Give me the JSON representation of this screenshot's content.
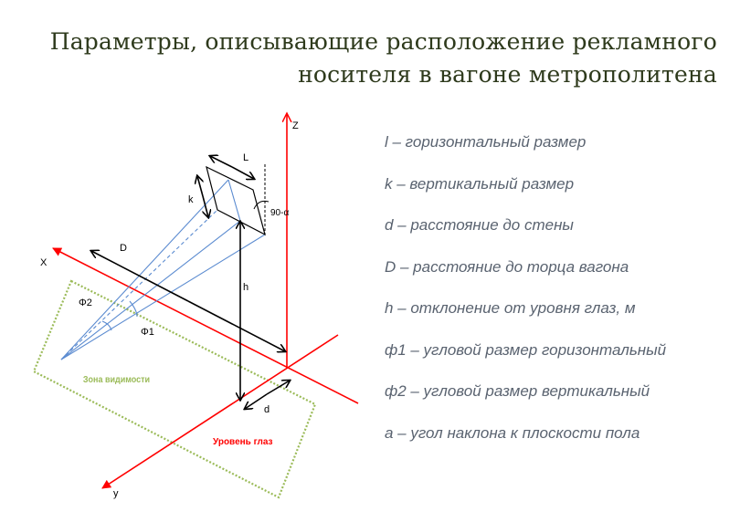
{
  "title": {
    "line1": "Параметры, описывающие расположение рекламного",
    "line2": "носителя в вагоне метрополитена"
  },
  "diagram": {
    "axis_x": "X",
    "axis_y": "y",
    "axis_z": "Z",
    "label_L": "L",
    "label_k": "k",
    "label_angle": "90-α",
    "label_D": "D",
    "label_h": "h",
    "label_phi2": "Φ2",
    "label_phi1": "Φ1",
    "label_d": "d",
    "visibility_zone": "Зона видимости",
    "eye_level": "Уровень глаз",
    "colors": {
      "axes": "#ff0000",
      "rays": "#5b8bd0",
      "zone": "#9bbb59",
      "arrows": "#000000"
    }
  },
  "legend": [
    "l – горизонтальный размер",
    "k – вертикальный размер",
    "d – расстояние до стены",
    "D – расстояние до торца вагона",
    "h – отклонение от уровня глаз, м",
    "ф1 – угловой размер горизонтальный",
    "ф2 – угловой размер вертикальный",
    "a – угол наклона к плоскости пола"
  ]
}
